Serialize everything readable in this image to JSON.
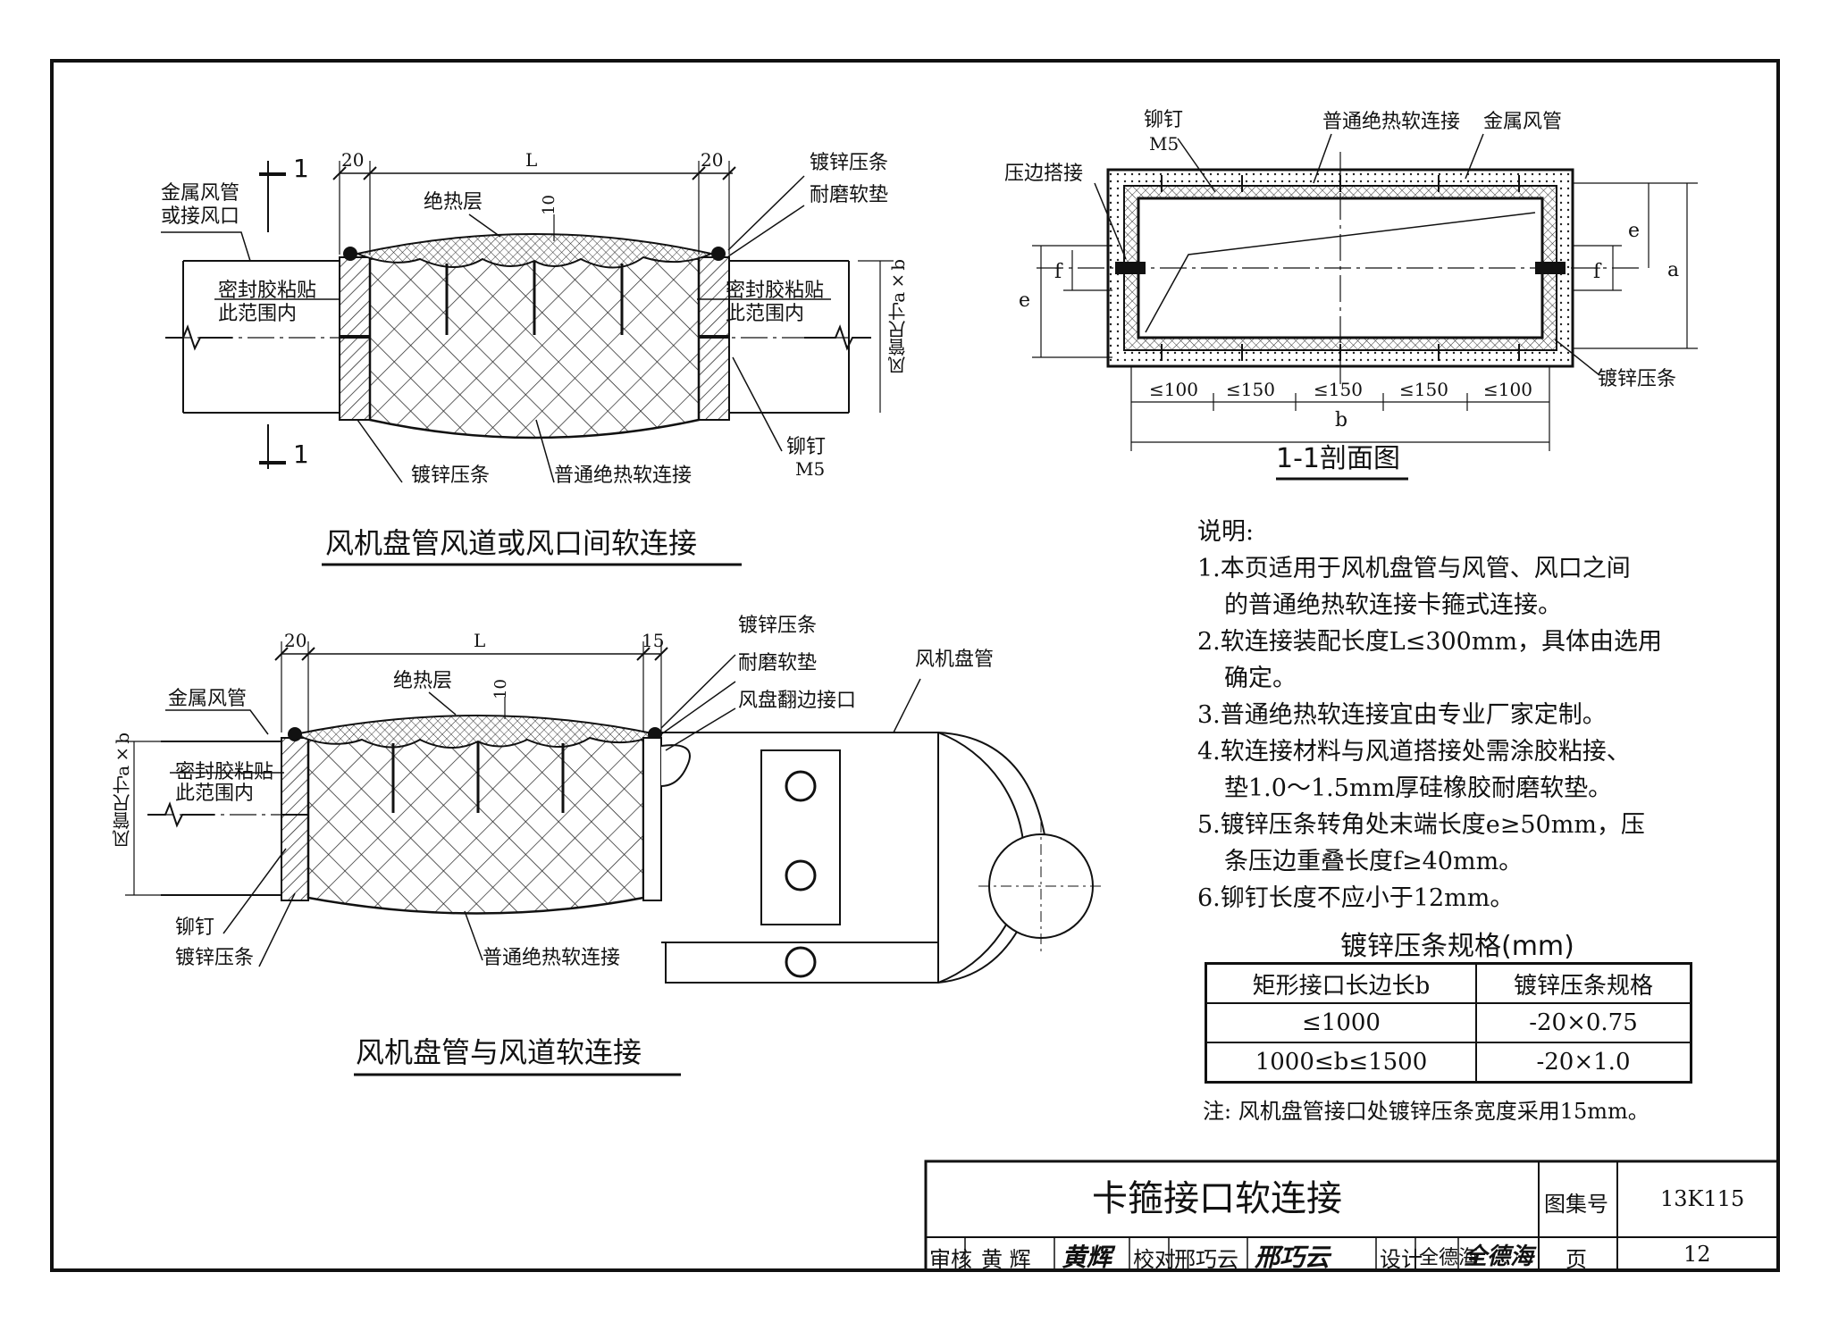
{
  "top_drawing": {
    "title": "风机盘管风道或风口间软连接",
    "section_mark": "1",
    "dim_left": "20",
    "dim_mid": "L",
    "dim_right": "20",
    "dim_bulge": "10",
    "label_duct": "金属风管",
    "label_duct2": "或接风口",
    "label_insul": "绝热层",
    "label_strip_top": "镀锌压条",
    "label_pad": "耐磨软垫",
    "label_seal_left": "密封胶粘贴",
    "label_seal_left2": "此范围内",
    "label_seal_right": "密封胶粘贴",
    "label_seal_right2": "此范围内",
    "label_size": "风管尺寸a×b",
    "label_strip_bottom": "镀锌压条",
    "label_soft": "普通绝热软连接",
    "label_rivet": "铆钉",
    "label_rivet_size": "M5"
  },
  "section_drawing": {
    "title": "1-1剖面图",
    "label_rivet": "铆钉",
    "label_rivet_size": "M5",
    "label_soft": "普通绝热软连接",
    "label_duct": "金属风管",
    "label_lap": "压边搭接",
    "label_strip": "镀锌压条",
    "dim_e": "e",
    "dim_f": "f",
    "dim_a": "a",
    "dim_b": "b",
    "spacing": [
      "≤100",
      "≤150",
      "≤150",
      "≤150",
      "≤100"
    ]
  },
  "bottom_drawing": {
    "title": "风机盘管与风道软连接",
    "dim_left": "20",
    "dim_mid": "L",
    "dim_right": "15",
    "dim_bulge": "10",
    "label_duct": "金属风管",
    "label_insul": "绝热层",
    "label_strip_top": "镀锌压条",
    "label_pad": "耐磨软垫",
    "label_flange": "风盘翻边接口",
    "label_fcu": "风机盘管",
    "label_seal": "密封胶粘贴",
    "label_seal2": "此范围内",
    "label_size": "风管尺寸a×b",
    "label_rivet": "铆钉",
    "label_strip_bottom": "镀锌压条",
    "label_soft": "普通绝热软连接"
  },
  "notes": {
    "heading": "说明:",
    "lines": [
      "1.本页适用于风机盘管与风管、风口之间",
      "的普通绝热软连接卡箍式连接。",
      "2.软连接装配长度L≤300mm，具体由选用",
      "确定。",
      "3.普通绝热软连接宜由专业厂家定制。",
      "4.软连接材料与风道搭接处需涂胶粘接、",
      "垫1.0～1.5mm厚硅橡胶耐磨软垫。",
      "5.镀锌压条转角处末端长度e≥50mm，压",
      "条压边重叠长度f≥40mm。",
      "6.铆钉长度不应小于12mm。"
    ]
  },
  "spec_table": {
    "title": "镀锌压条规格(mm)",
    "headers": [
      "矩形接口长边长b",
      "镀锌压条规格"
    ],
    "rows": [
      [
        "≤1000",
        "-20×0.75"
      ],
      [
        "1000≤b≤1500",
        "-20×1.0"
      ]
    ],
    "footnote": "注: 风机盘管接口处镀锌压条宽度采用15mm。"
  },
  "title_block": {
    "drawing_title": "卡箍接口软连接",
    "atlas_label": "图集号",
    "atlas_no": "13K115",
    "review_label": "审核",
    "reviewer": "黄 辉",
    "reviewer_sig": "黄辉",
    "check_label": "校对",
    "checker": "邢巧云",
    "checker_sig": "邢巧云",
    "design_label": "设计",
    "designer": "全德海",
    "designer_sig": "全德海",
    "page_label": "页",
    "page_no": "12"
  }
}
